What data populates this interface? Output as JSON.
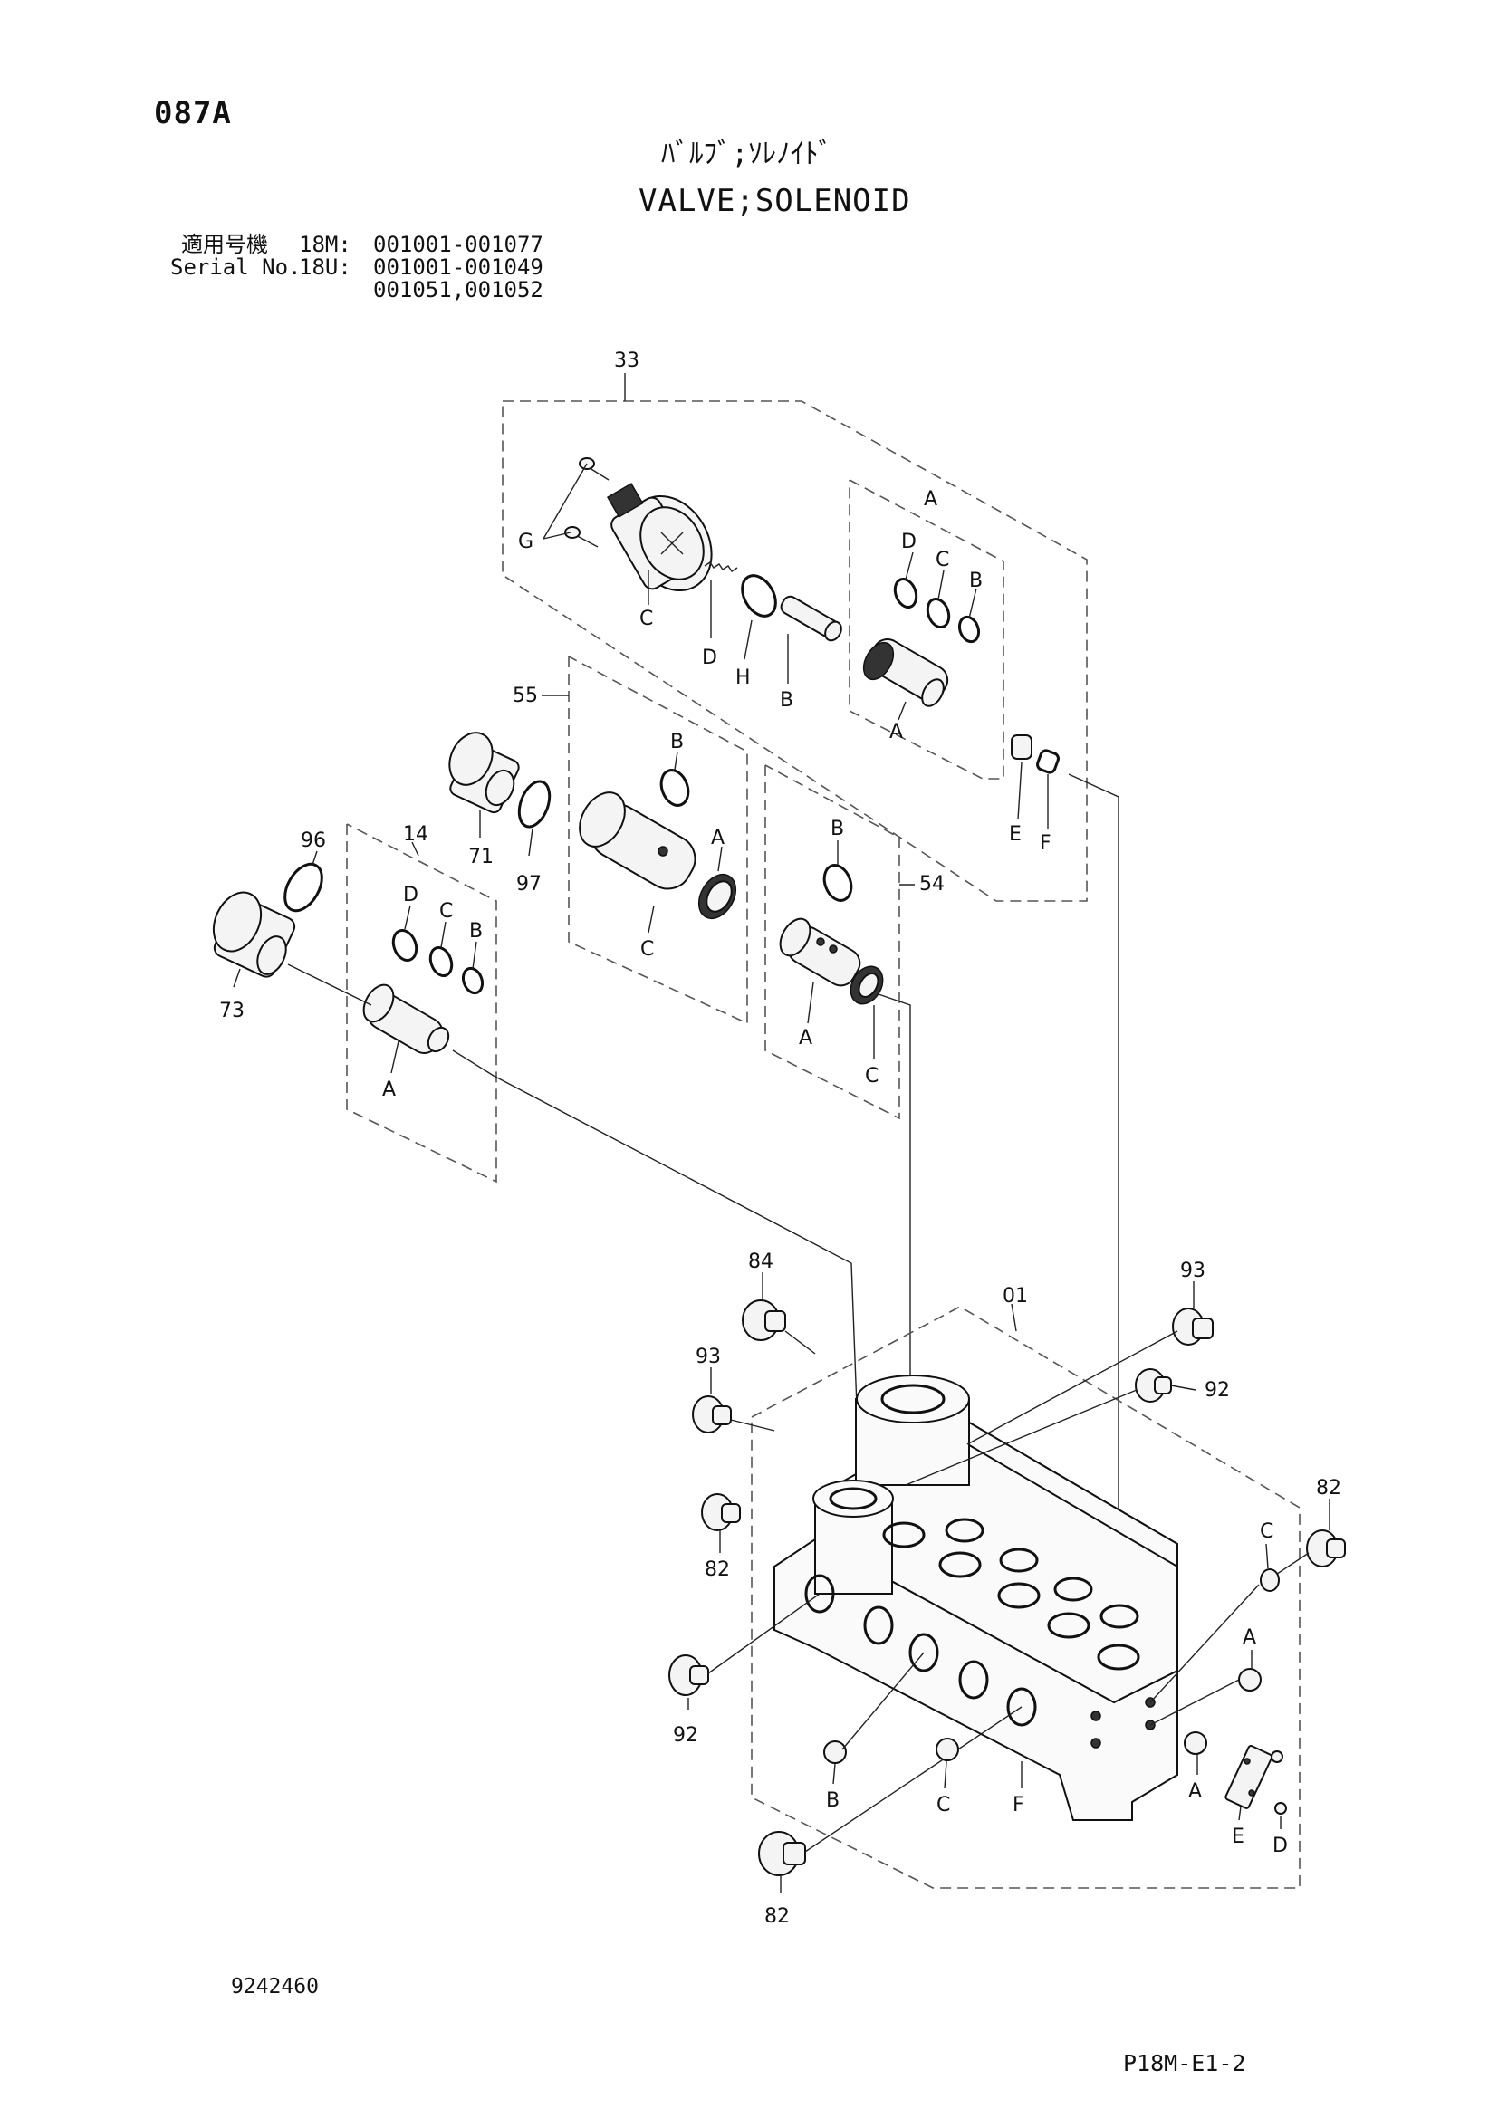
{
  "header": {
    "page_code": "087A",
    "title_jp": "ﾊﾞﾙﾌﾞ;ｿﾚﾉｲﾄﾞ",
    "title_en": "VALVE;SOLENOID"
  },
  "serial": {
    "label_jp": "適用号機",
    "label_en": "Serial No.",
    "model_1": "18M:",
    "range_1": "001001-001077",
    "model_2": "18U:",
    "range_2": "001001-001049",
    "range_3": "001051,001052"
  },
  "callouts": {
    "c33": "33",
    "c55": "55",
    "c54": "54",
    "c14": "14",
    "c96": "96",
    "c73": "73",
    "c71": "71",
    "c97": "97",
    "c84": "84",
    "c01": "01",
    "c93a": "93",
    "c93b": "93",
    "c92a": "92",
    "c92b": "92",
    "c82a": "82",
    "c82b": "82",
    "c82c": "82",
    "g": "G",
    "c_sol": "C",
    "d_spring": "D",
    "h": "H",
    "b_spool": "B",
    "a_box": "A",
    "d_a": "D",
    "c_a": "C",
    "b_a": "B",
    "a_a": "A",
    "e_top": "E",
    "f_top": "F",
    "b55": "B",
    "a55": "A",
    "c55l": "C",
    "b54": "B",
    "a54": "A",
    "c54l": "C",
    "d14": "D",
    "c14l": "C",
    "b14": "B",
    "a14": "A",
    "c_body": "C",
    "a_body1": "A",
    "a_body2": "A",
    "b_body": "B",
    "c_body2": "C",
    "f_body": "F",
    "e_body": "E",
    "d_body": "D"
  },
  "footer": {
    "drawing_no": "9242460",
    "page_ref": "P18M-E1-2"
  }
}
